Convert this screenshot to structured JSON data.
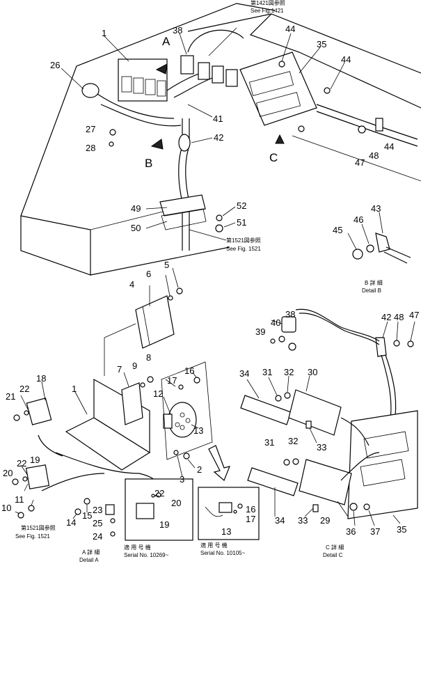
{
  "fig_refs": {
    "top_jp": "第1421図参照",
    "top_en": "See Fig.1421",
    "mid_jp": "第1521図参照",
    "mid_en": "See Fig. 1521",
    "left_jp": "第1521図参照",
    "left_en": "See Fig. 1521"
  },
  "view_letters": {
    "a": "A",
    "b": "B",
    "c": "C"
  },
  "details": {
    "a_jp": "A 詳 細",
    "a_en": "Detail A",
    "b_jp": "B 詳 細",
    "b_en": "Detail B",
    "c_jp": "C 詳 細",
    "c_en": "Detail C"
  },
  "serials": {
    "s1_jp": "適 用 号 機",
    "s1_en": "Serial No. 10269~",
    "s2_jp": "適 用 号 機",
    "s2_en": "Serial No. 10105~"
  },
  "callouts": {
    "c1": "1",
    "c26": "26",
    "c38": "38",
    "c44a": "44",
    "c35": "35",
    "c44b": "44",
    "c41": "41",
    "c27": "27",
    "c28": "28",
    "c42": "42",
    "c47": "47",
    "c48": "48",
    "c44c": "44",
    "c49": "49",
    "c50": "50",
    "c52": "52",
    "c51": "51",
    "c43": "43",
    "c45": "45",
    "c46": "46",
    "c5": "5",
    "c6": "6",
    "c4": "4",
    "c8": "8",
    "c9": "9",
    "c7": "7",
    "c18": "18",
    "c22a": "22",
    "c21": "21",
    "c1b": "1",
    "c16a": "16",
    "c17a": "17",
    "c12": "12",
    "c13a": "13",
    "c19a": "19",
    "c22b": "22",
    "c20a": "20",
    "c11": "11",
    "c10": "10",
    "c2": "2",
    "c3": "3",
    "c14": "14",
    "c15": "15",
    "c23": "23",
    "c25": "25",
    "c24": "24",
    "c22c": "22",
    "c20b": "20",
    "c19b": "19",
    "c16b": "16",
    "c17b": "17",
    "c13b": "13",
    "c38b": "38",
    "c40": "40",
    "c39": "39",
    "c42b": "42",
    "c48b": "48",
    "c47b": "47",
    "c34a": "34",
    "c31a": "31",
    "c32a": "32",
    "c30": "30",
    "c33a": "33",
    "c31b": "31",
    "c32b": "32",
    "c34b": "34",
    "c33b": "33",
    "c29": "29",
    "c36": "36",
    "c37": "37",
    "c35b": "35"
  }
}
